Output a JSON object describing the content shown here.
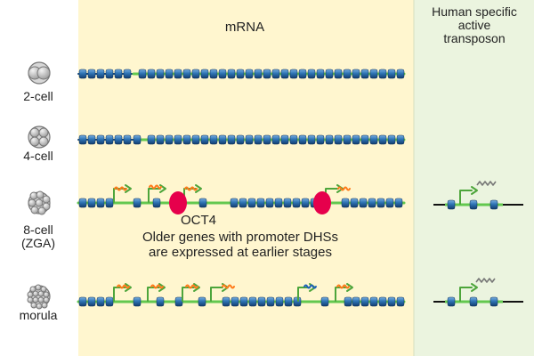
{
  "header": {
    "mrna": "mRNA",
    "transposon": [
      "Human specific",
      "active",
      "transposon"
    ]
  },
  "stages": [
    {
      "label": [
        "2-cell"
      ],
      "cell_icon": "2-cell-embryo-icon"
    },
    {
      "label": [
        "4-cell"
      ],
      "cell_icon": "4-cell-embryo-icon"
    },
    {
      "label": [
        "8-cell",
        "(ZGA)"
      ],
      "cell_icon": "8-cell-embryo-icon"
    },
    {
      "label": [
        "morula"
      ],
      "cell_icon": "morula-embryo-icon"
    }
  ],
  "annotations": {
    "factor": "OCT4",
    "caption": [
      "Older genes with promoter DHSs",
      "are expressed at earlier stages"
    ]
  },
  "colors": {
    "mrna_panel": "#fff6cf",
    "transposon_panel": "#ebf4df",
    "exon": "#1d5f97",
    "active_line": "#63c84f",
    "inactive_line": "#1e4f7e",
    "promoter_arrow": "#4da53b",
    "mrna_wave_orange": "#ff7a1a",
    "mrna_wave_blue": "#1f61b8",
    "oct4": "#e6004c",
    "transposon_wave": "#777777"
  }
}
